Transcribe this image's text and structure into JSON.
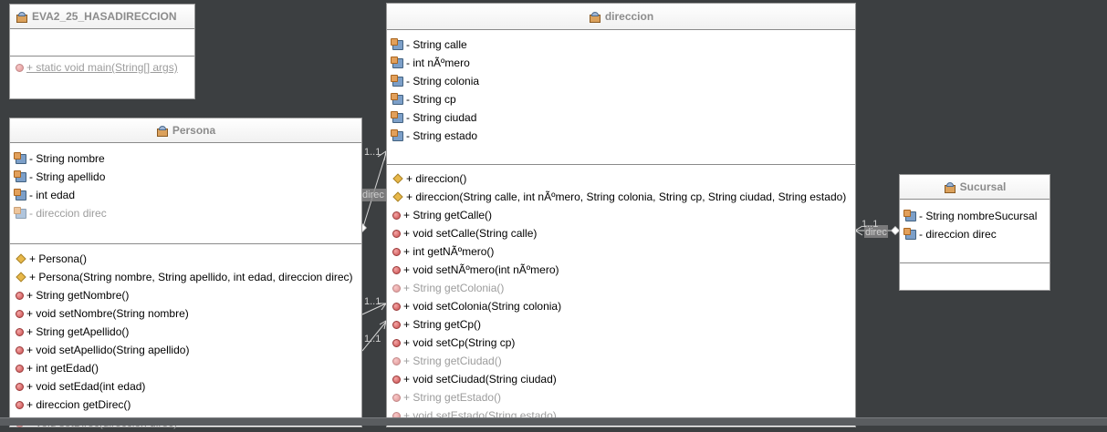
{
  "classes": {
    "main": {
      "title": "EVA2_25_HASADIRECCION",
      "methods": [
        {
          "text": "+ static void main(String[] args)",
          "icon": "method-icon"
        }
      ]
    },
    "persona": {
      "title": "Persona",
      "fields": [
        {
          "text": "- String nombre"
        },
        {
          "text": "- String apellido"
        },
        {
          "text": "- int edad"
        },
        {
          "text": "- direccion direc"
        }
      ],
      "methods": [
        {
          "text": "+ Persona()"
        },
        {
          "text": "+ Persona(String nombre, String apellido, int edad, direccion direc)"
        },
        {
          "text": "+ String getNombre()"
        },
        {
          "text": "+ void setNombre(String nombre)"
        },
        {
          "text": "+ String getApellido()"
        },
        {
          "text": "+ void setApellido(String apellido)"
        },
        {
          "text": "+ int getEdad()"
        },
        {
          "text": "+ void setEdad(int edad)"
        },
        {
          "text": "+ direccion getDirec()"
        },
        {
          "text": "+ void setDirec(direccion direc)"
        }
      ]
    },
    "direccion": {
      "title": "direccion",
      "fields": [
        {
          "text": "- String calle"
        },
        {
          "text": "- int nÃºmero"
        },
        {
          "text": "- String colonia"
        },
        {
          "text": "- String cp"
        },
        {
          "text": "- String ciudad"
        },
        {
          "text": "- String estado"
        }
      ],
      "methods": [
        {
          "text": "+ direccion()"
        },
        {
          "text": "+ direccion(String calle, int nÃºmero, String colonia, String cp, String ciudad, String estado)"
        },
        {
          "text": "+ String getCalle()"
        },
        {
          "text": "+ void setCalle(String calle)"
        },
        {
          "text": "+ int getNÃºmero()"
        },
        {
          "text": "+ void setNÃºmero(int nÃºmero)"
        },
        {
          "text": "+ String getColonia()"
        },
        {
          "text": "+ void setColonia(String colonia)"
        },
        {
          "text": "+ String getCp()"
        },
        {
          "text": "+ void setCp(String cp)"
        },
        {
          "text": "+ String getCiudad()"
        },
        {
          "text": "+ void setCiudad(String ciudad)"
        },
        {
          "text": "+ String getEstado()"
        },
        {
          "text": "+ void setEstado(String estado)"
        }
      ]
    },
    "sucursal": {
      "title": "Sucursal",
      "fields": [
        {
          "text": "- String nombreSucursal"
        },
        {
          "text": "- direccion direc"
        }
      ]
    }
  },
  "associations": {
    "persona_direccion": {
      "multiplicity": "1..1",
      "role": "direc"
    },
    "persona_direccion_2": {
      "multiplicity": "1..1"
    },
    "persona_direccion_3": {
      "multiplicity": "1..1"
    },
    "sucursal_direccion": {
      "multiplicity": "1..1",
      "role": "direc"
    }
  },
  "colors": {
    "background": "#3c3f41",
    "class_fill": "#ffffff",
    "header_text": "#8c8c8c",
    "grey_text": "#9c9c9c"
  }
}
